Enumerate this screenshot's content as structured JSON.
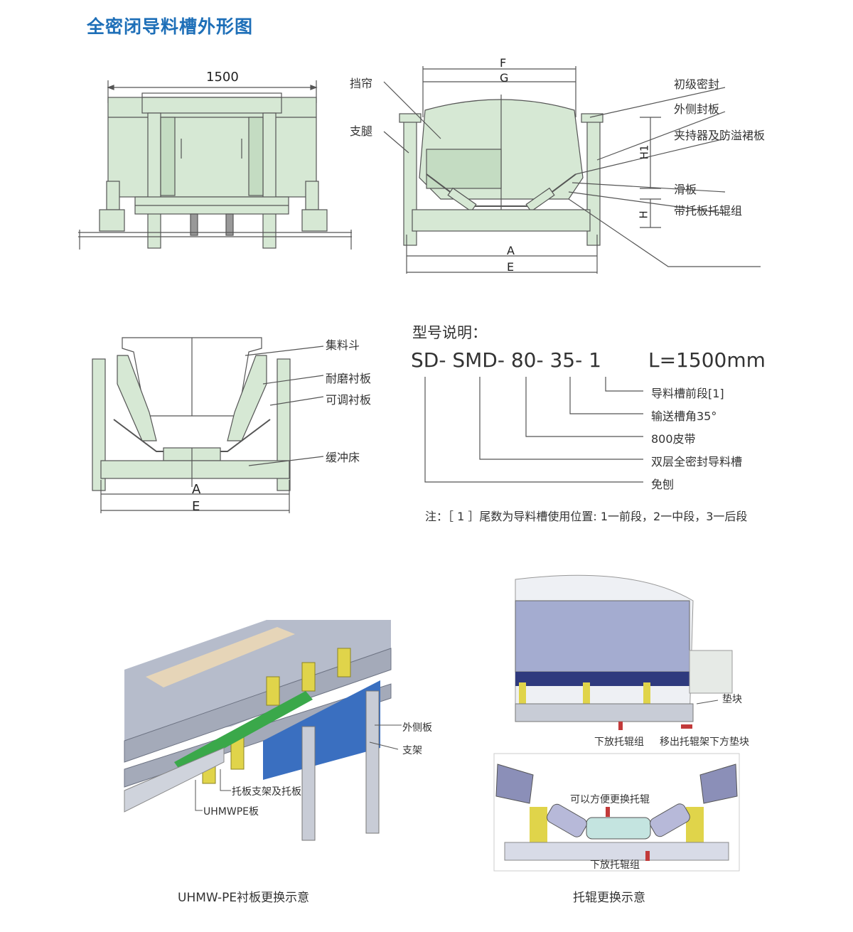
{
  "title": "全密闭导料槽外形图",
  "drawings": {
    "front_view": {
      "dimension": "1500"
    },
    "side_view": {
      "labels": [
        "挡帘",
        "支腿",
        "初级密封",
        "外侧封板",
        "夹持器及防溢裙板",
        "滑板",
        "带托板托辊组"
      ],
      "dims": {
        "f": "F",
        "g": "G",
        "h1": "H1",
        "h": "H",
        "a": "A",
        "e": "E"
      }
    },
    "section_view": {
      "labels": [
        "集料斗",
        "耐磨衬板",
        "可调衬板",
        "缓冲床"
      ],
      "dims": {
        "a": "A",
        "e": "E"
      }
    }
  },
  "model": {
    "heading": "型号说明：",
    "code": "SD- SMD- 80- 35- 1",
    "length": "L=1500mm",
    "explanations": [
      "导料槽前段[1]",
      "输送槽角35°",
      "800皮带",
      "双层全密封导料槽",
      "免刨"
    ],
    "note": "注：［ 1 ］尾数为导料槽使用位置: 1一前段，2一中段，3一后段"
  },
  "photos": {
    "left": {
      "labels": [
        "外侧板",
        "支架",
        "托板支架及托板",
        "UHMWPE板"
      ],
      "caption": "UHMW-PE衬板更换示意"
    },
    "right": {
      "labels": [
        "垫块",
        "下放托辊组",
        "移出托辊架下方垫块",
        "可以方便更换托辊",
        "下放托辊组"
      ],
      "caption": "托辊更换示意"
    }
  },
  "colors": {
    "title": "#1e6fb8",
    "panel": "#d6e8d4",
    "line": "#555555",
    "steel": "#c8ccd6",
    "blue_plate": "#3a6fc0",
    "yellow": "#e0d44a",
    "green": "#3aa84a"
  }
}
